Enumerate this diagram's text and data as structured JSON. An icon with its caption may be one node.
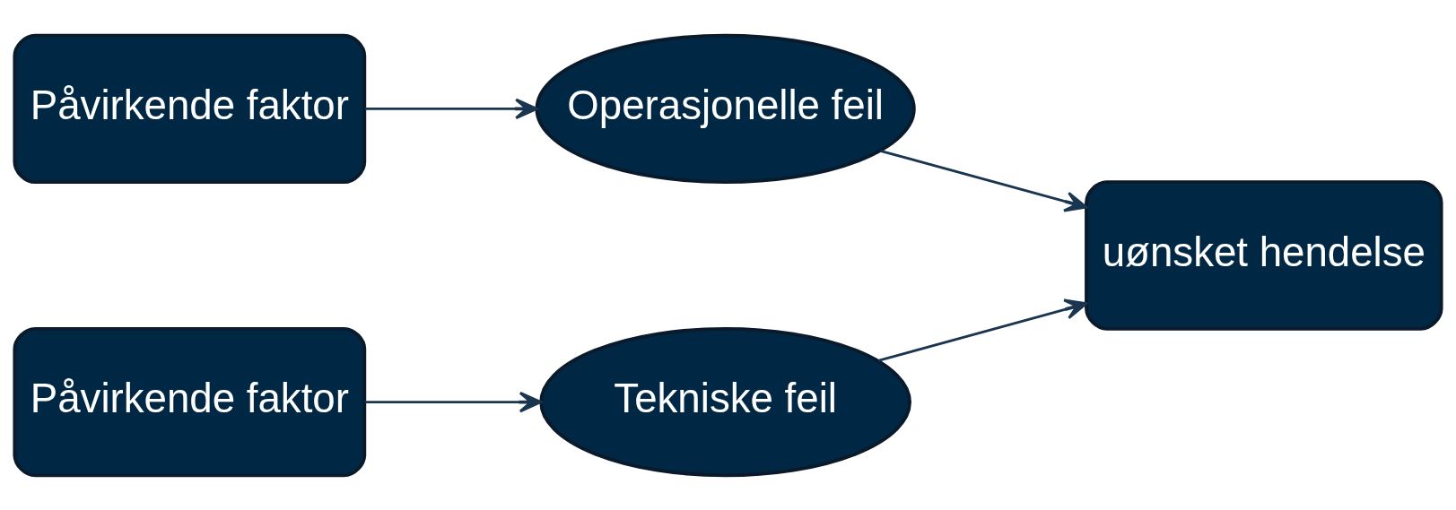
{
  "diagram": {
    "nodes": [
      {
        "text": [
          "Påvirkende faktor"
        ]
      },
      {
        "text": [
          "Operasjonelle feil"
        ]
      },
      {
        "text": [
          "uønsket hendelse"
        ]
      },
      {
        "text": [
          "Påvirkende faktor"
        ]
      },
      {
        "text": [
          "Tekniske feil"
        ]
      }
    ],
    "edges": [
      {
        "from": 0,
        "to": 1,
        "arrow": "to"
      },
      {
        "from": 1,
        "to": 2,
        "arrow": "to"
      },
      {
        "from": 3,
        "to": 4,
        "arrow": "to"
      },
      {
        "from": 4,
        "to": 2,
        "arrow": "to"
      }
    ]
  }
}
